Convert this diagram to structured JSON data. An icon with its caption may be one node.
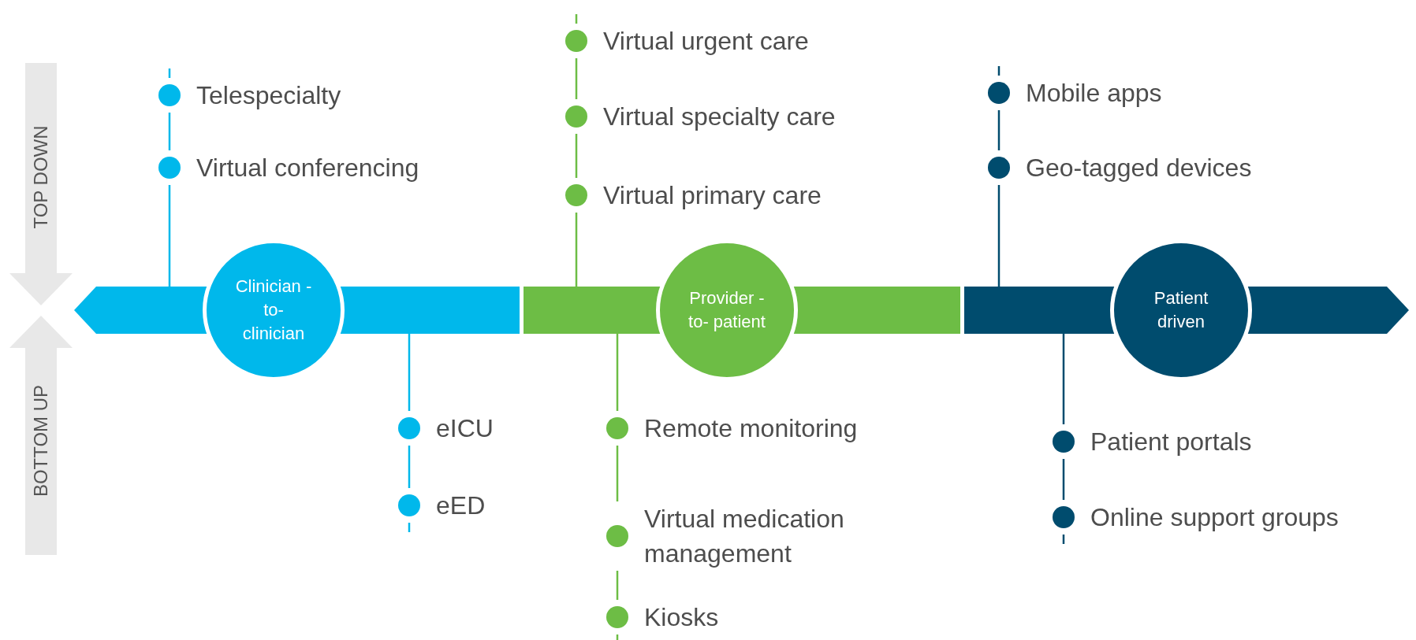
{
  "diagram": {
    "nodes": [
      {
        "text": [],
        "shape": "bar"
      },
      {
        "text": [
          "Clinician -to- clinician"
        ]
      },
      {
        "text": [
          "Telespecialty"
        ]
      },
      {
        "text": [
          "Virtual conferencing"
        ]
      },
      {
        "text": [
          "eICU"
        ]
      },
      {
        "text": [
          "eED"
        ]
      },
      {
        "text": [],
        "shape": "bar"
      },
      {
        "text": [
          "Provider -to- patient"
        ]
      },
      {
        "text": [
          "Virtual urgent care"
        ]
      },
      {
        "text": [
          "Virtual specialty care"
        ]
      },
      {
        "text": [
          "Virtual primary care"
        ]
      },
      {
        "text": [
          "Remote monitoring"
        ]
      },
      {
        "text": [
          "Virtual medication management"
        ]
      },
      {
        "text": [
          "Kiosks"
        ]
      },
      {
        "text": [],
        "shape": "bar"
      },
      {
        "text": [
          "Patient driven"
        ]
      },
      {
        "text": [
          "Mobile apps"
        ]
      },
      {
        "text": [
          "Geo-tagged devices"
        ]
      },
      {
        "text": [
          "Patient portals"
        ]
      },
      {
        "text": [
          "Online support groups"
        ]
      }
    ],
    "edges": [
      {
        "from": 2,
        "to": 3,
        "arrow": "none",
        "color": "#00b8eb"
      },
      {
        "from": 3,
        "to": 0,
        "arrow": "none",
        "color": "#00b8eb"
      },
      {
        "from": 0,
        "to": 4,
        "arrow": "none",
        "color": "#00b8eb"
      },
      {
        "from": 4,
        "to": 5,
        "arrow": "none",
        "color": "#00b8eb"
      },
      {
        "from": 8,
        "to": 9,
        "arrow": "none",
        "color": "#6dbd45"
      },
      {
        "from": 9,
        "to": 10,
        "arrow": "none",
        "color": "#6dbd45"
      },
      {
        "from": 10,
        "to": 6,
        "arrow": "none",
        "color": "#6dbd45"
      },
      {
        "from": 6,
        "to": 11,
        "arrow": "none",
        "color": "#6dbd45"
      },
      {
        "from": 11,
        "to": 12,
        "arrow": "none",
        "color": "#6dbd45"
      },
      {
        "from": 12,
        "to": 13,
        "arrow": "none",
        "color": "#6dbd45"
      },
      {
        "from": 16,
        "to": 17,
        "arrow": "none",
        "color": "#004c6e"
      },
      {
        "from": 17,
        "to": 14,
        "arrow": "none",
        "color": "#004c6e"
      },
      {
        "from": 14,
        "to": 18,
        "arrow": "none",
        "color": "#004c6e"
      },
      {
        "from": 18,
        "to": 19,
        "arrow": "none",
        "color": "#004c6e"
      }
    ],
    "labels": [
      "TOP DOWN",
      "BOTTOM UP"
    ]
  }
}
